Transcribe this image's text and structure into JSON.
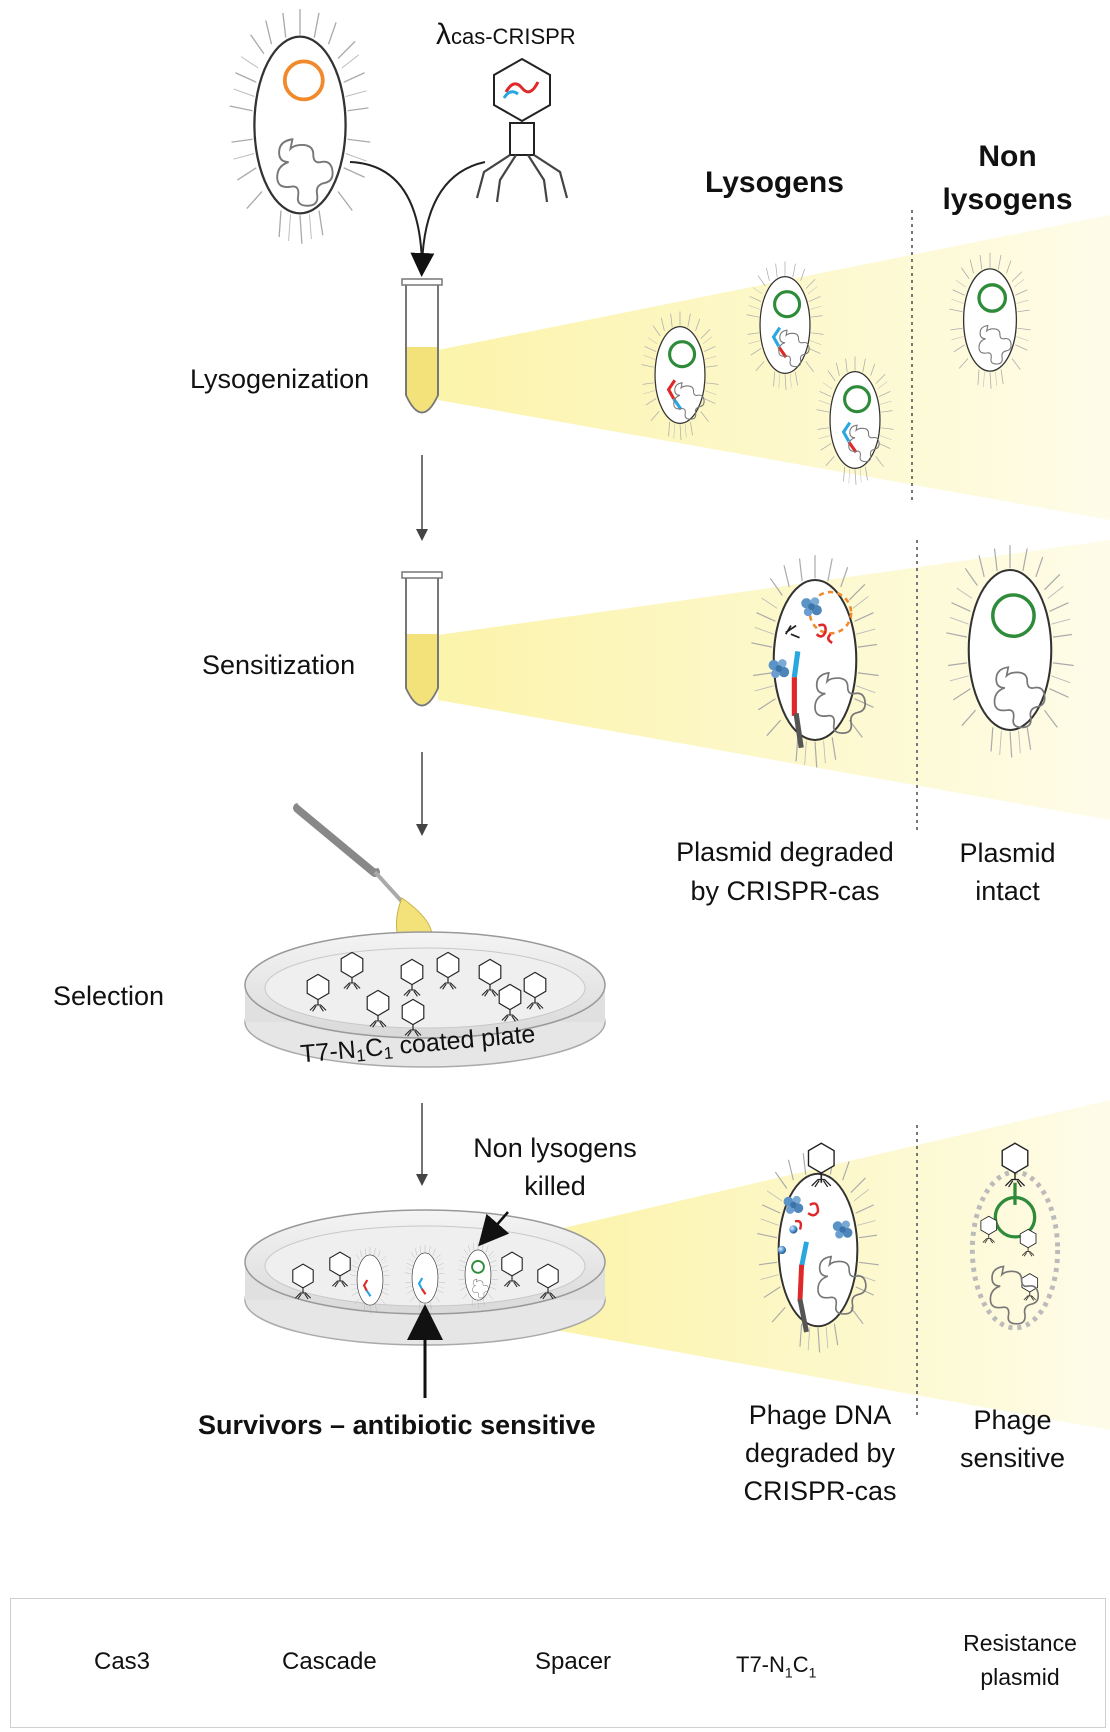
{
  "top": {
    "phage_label_symbol": "λ",
    "phage_label_text": "cas-CRISPR"
  },
  "steps": {
    "lysogenization": "Lysogenization",
    "sensitization": "Sensitization",
    "selection": "Selection"
  },
  "columns": {
    "lysogens": "Lysogens",
    "non_lysogens_line1": "Non",
    "non_lysogens_line2": "lysogens"
  },
  "captions": {
    "plasmid_degraded_line1": "Plasmid degraded",
    "plasmid_degraded_line2": "by CRISPR-cas",
    "plasmid_intact_line1": "Plasmid",
    "plasmid_intact_line2": "intact",
    "plate_label_pre": "T7-N",
    "plate_label_sub1": "1",
    "plate_label_mid": "C",
    "plate_label_sub2": "1",
    "plate_label_post": " coated plate",
    "non_lysogens_killed_line1": "Non lysogens",
    "non_lysogens_killed_line2": "killed",
    "survivors": "Survivors – antibiotic sensitive",
    "phage_dna_line1": "Phage DNA",
    "phage_dna_line2": "degraded by",
    "phage_dna_line3": "CRISPR-cas",
    "phage_sensitive_line1": "Phage",
    "phage_sensitive_line2": "sensitive"
  },
  "legend": {
    "cas3": "Cas3",
    "cascade": "Cascade",
    "spacer": "Spacer",
    "t7_pre": "T7-N",
    "t7_sub1": "1",
    "t7_mid": "C",
    "t7_sub2": "1",
    "resistance_line1": "Resistance",
    "resistance_line2": "plasmid"
  },
  "colors": {
    "plasmid_green": "#2e8b3a",
    "plasmid_orange": "#f08a2c",
    "spacer_red": "#e02828",
    "spacer_blue": "#29a8e0",
    "cone_yellow": "#fbf3a6",
    "tube_fluid": "#f3e27a",
    "cas3_blue": "#4a8fd0"
  }
}
